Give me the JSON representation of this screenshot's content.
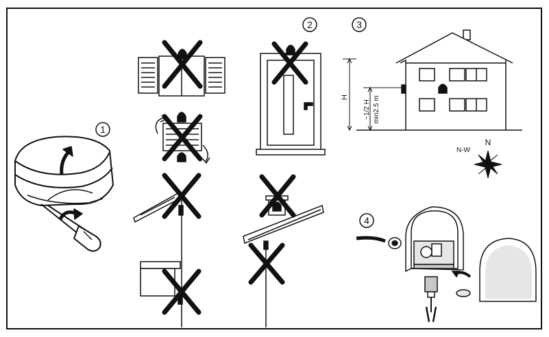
{
  "steps": {
    "step1": "1",
    "step2": "2",
    "step3": "3",
    "step4": "4"
  },
  "house": {
    "height_label": "H",
    "half_height_label": "~1/2 H",
    "min_label": "min2.5 m"
  },
  "compass": {
    "north": "N",
    "northwest": "N-W"
  },
  "colors": {
    "ink": "#111111",
    "paper": "#ffffff",
    "shade": "#c8c8c8",
    "light_shade": "#e6e6e6"
  }
}
